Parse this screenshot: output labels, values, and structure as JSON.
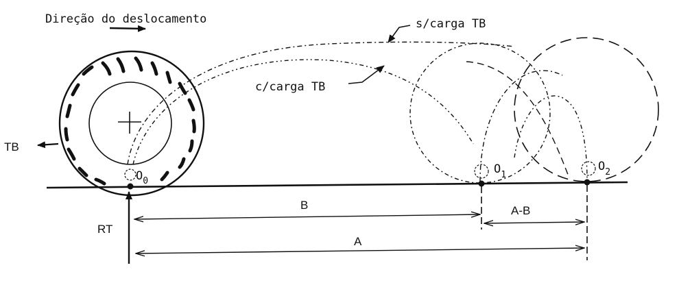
{
  "labels": {
    "direction": "Direção do deslocamento",
    "without_load": "s/carga TB",
    "with_load": "c/carga TB",
    "tb_force": "TB",
    "rt_force": "RT",
    "origin_0": "O",
    "origin_0_sub": "0",
    "origin_1": "O",
    "origin_1_sub": "1",
    "origin_2": "O",
    "origin_2_sub": "2",
    "dim_b": "B",
    "dim_a_minus_b": "A-B",
    "dim_a": "A"
  },
  "colors": {
    "ink": "#111111",
    "background": "#ffffff"
  }
}
